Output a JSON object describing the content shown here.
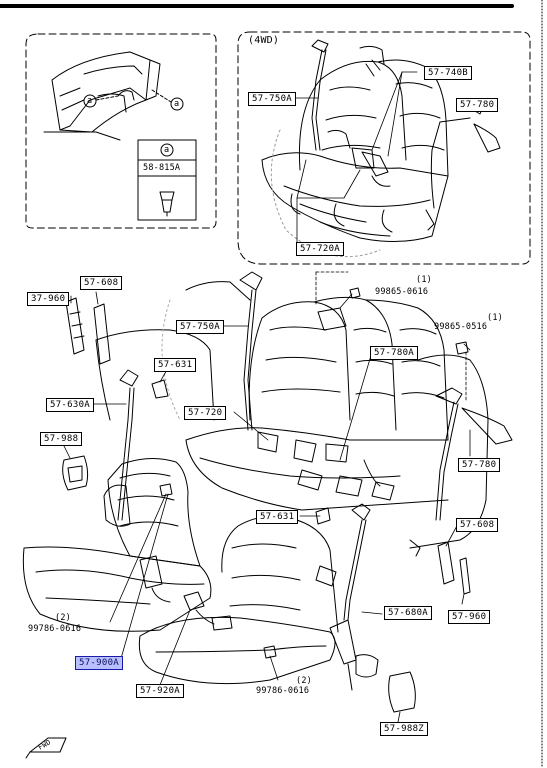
{
  "inset_4wd": {
    "title": "(4WD)"
  },
  "inset_clip": {
    "ref_a1": "a",
    "ref_a2": "a",
    "table_header": "a",
    "table_part": "58-815A"
  },
  "labels": {
    "p57_740B": "57-740B",
    "p57_750A_top": "57-750A",
    "p57_780_top": "57-780",
    "p57_720A": "57-720A",
    "p37_960": "37-960",
    "p57_608_left": "57-608",
    "p57_750A": "57-750A",
    "p57_631_top": "57-631",
    "p57_630A": "57-630A",
    "p57_720": "57-720",
    "p57_780A": "57-780A",
    "p57_988": "57-988",
    "p57_780_right": "57-780",
    "p57_631_mid": "57-631",
    "p57_608_right": "57-608",
    "p57_680A": "57-680A",
    "p57_960": "57-960",
    "p57_900A": "57-900A",
    "p57_920A": "57-920A",
    "p57_988Z": "57-988Z"
  },
  "bolts": {
    "b1_qty": "(1)",
    "b1_part": "99865-0616",
    "b2_qty": "(1)",
    "b2_part": "99865-0516",
    "b3_qty": "(2)",
    "b3_part": "99786-0616",
    "b4_qty": "(2)",
    "b4_part": "99786-0616"
  },
  "fwd_arrow": "FWD",
  "colors": {
    "ink": "#000000",
    "highlight": "#b8c0ff",
    "highlight_border": "#1a1aa8"
  }
}
